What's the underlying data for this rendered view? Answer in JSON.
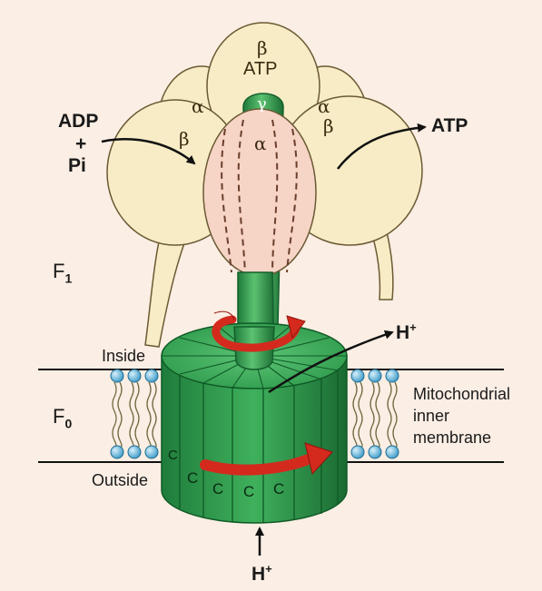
{
  "subunits": {
    "alpha_left": "α",
    "beta_top": "β",
    "beta_top_atp": "ATP",
    "alpha_right": "α",
    "gamma": "γ",
    "beta_left": "β",
    "alpha_front": "α",
    "beta_right": "β"
  },
  "reactants": {
    "adp": "ADP",
    "plus": "+",
    "pi": "Pi"
  },
  "product": {
    "atp": "ATP"
  },
  "sectors": {
    "f1_letter": "F",
    "f1_sub": "1",
    "f0_letter": "F",
    "f0_sub": "0"
  },
  "membrane": {
    "inside": "Inside",
    "outside": "Outside",
    "name_line1": "Mitochondrial",
    "name_line2": "inner",
    "name_line3": "membrane"
  },
  "protons": {
    "top_h": "H",
    "top_sup": "+",
    "bottom_h": "H",
    "bottom_sup": "+"
  },
  "c_subunits": [
    "C",
    "C",
    "C",
    "C",
    "C"
  ],
  "colors": {
    "background": "#fbeee4",
    "beta_fill": "#f7ecc6",
    "alpha_front_fill": "#f6d4c6",
    "rotor_green": "#2e9e4c",
    "rotation_arrow": "#d42a1e",
    "phospholipid_head": "#5bb0d8"
  }
}
